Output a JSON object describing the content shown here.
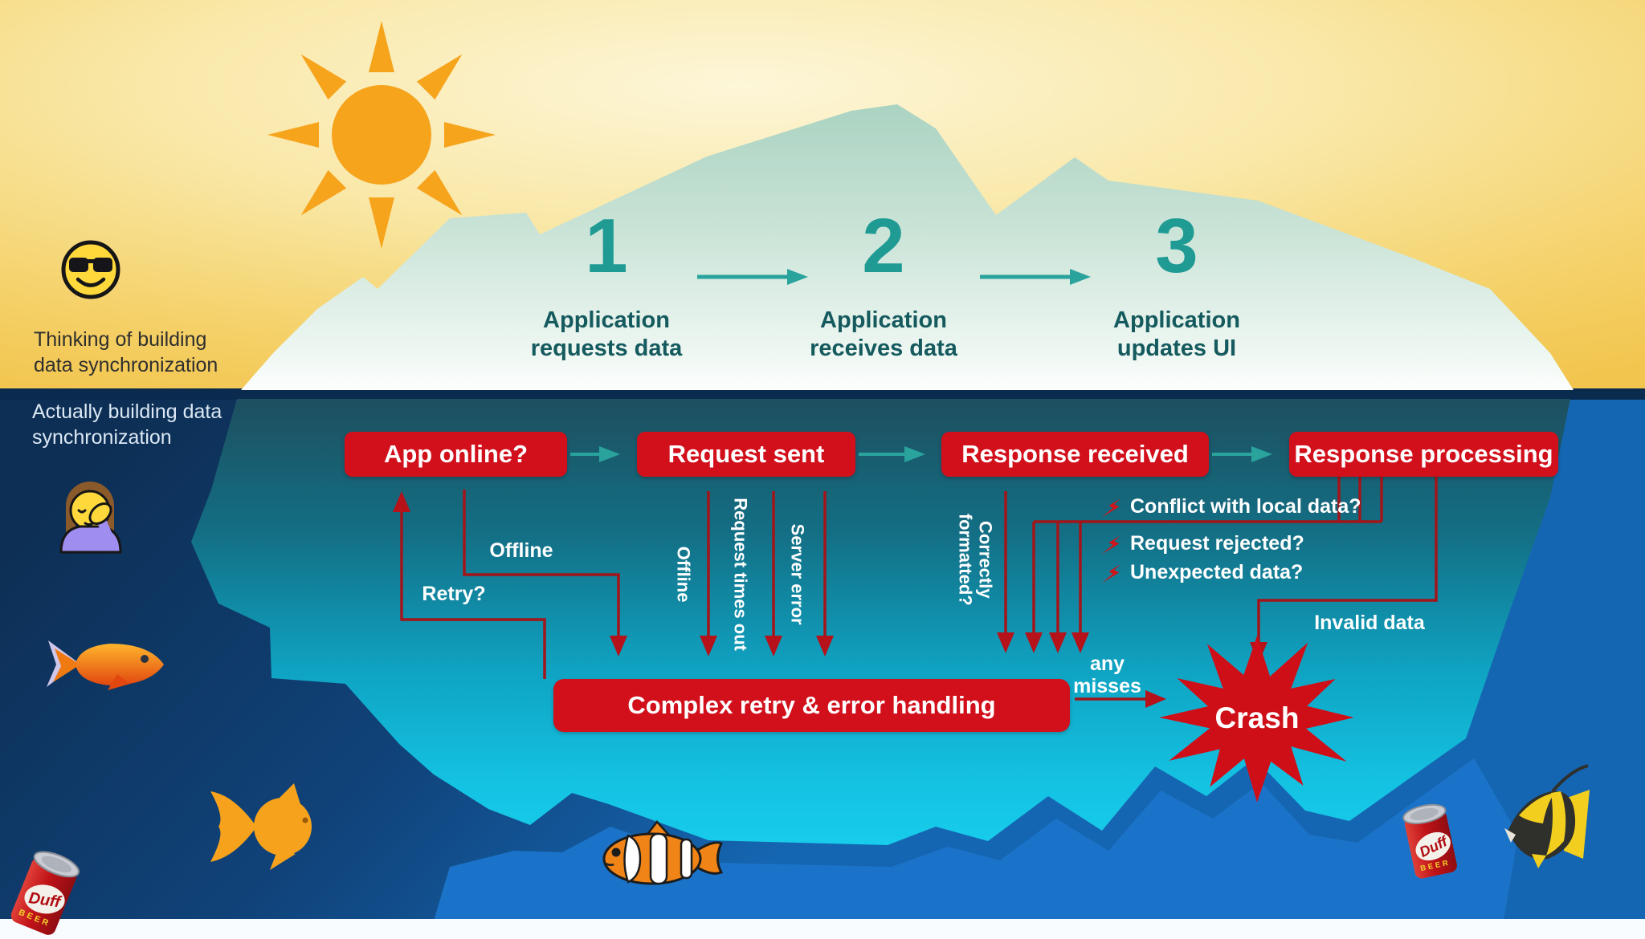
{
  "top_section": {
    "emoji": "smiling-face-with-sunglasses",
    "caption": "Thinking of building data synchronization",
    "steps": [
      {
        "number": "1",
        "label": "Application requests data"
      },
      {
        "number": "2",
        "label": "Application receives data"
      },
      {
        "number": "3",
        "label": "Application updates UI"
      }
    ]
  },
  "bottom_section": {
    "emoji": "woman-facepalming",
    "caption": "Actually building data synchronization",
    "flow_boxes": [
      "App online?",
      "Request sent",
      "Response received",
      "Response processing"
    ],
    "handler_box": "Complex retry & error handling",
    "crash": "Crash",
    "edge_labels": {
      "offline_app": "Offline",
      "retry": "Retry?",
      "offline_request": "Offline",
      "request_times_out": "Request times out",
      "server_error": "Server error",
      "correctly_formatted": "Correctly formatted?",
      "conflict_local_data": "Conflict with local data?",
      "request_rejected": "Request rejected?",
      "unexpected_data": "Unexpected data?",
      "invalid_data": "Invalid data",
      "any_misses": "any misses"
    }
  },
  "decor": {
    "beer_can_brand": "Duff",
    "beer_can_sub": "BEER",
    "icons": [
      "sun-icon",
      "sunglasses-emoji",
      "facepalm-emoji",
      "tropical-fish",
      "goldfish",
      "clownfish",
      "moorish-idol-fish",
      "duff-can",
      "lightning-icon",
      "crash-burst-icon"
    ]
  },
  "colors": {
    "accent_red": "#d2101c",
    "dark_red_line": "#a2151a",
    "teal_arrow": "#2aa39d",
    "step_number_teal": "#1f9b94",
    "step_label_teal": "#155a5e",
    "iceberg_cyan": "#17cbea",
    "deep_water_navy": "#0d2f55",
    "bright_water_blue": "#1b73c9",
    "sky_gold": "#f2c54e",
    "sun_orange": "#f7a41d"
  }
}
